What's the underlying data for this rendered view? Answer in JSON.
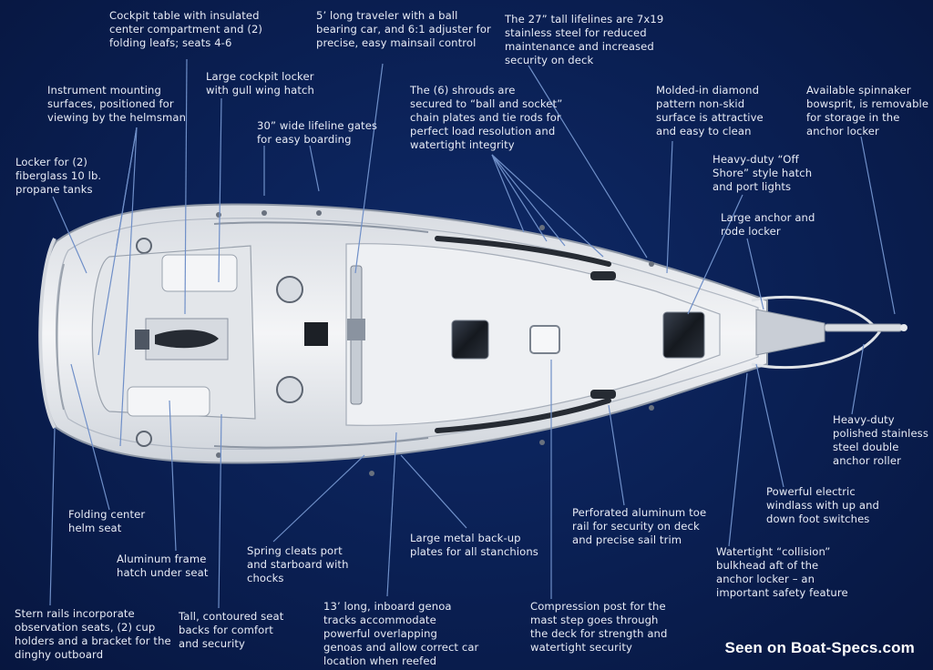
{
  "callouts": {
    "cockpit_table": "Cockpit table with insulated\ncenter compartment and (2)\nfolding leafs; seats 4-6",
    "traveler": "5’ long traveler with a ball\nbearing car, and 6:1 adjuster for\nprecise, easy mainsail control",
    "lifelines": "The 27” tall lifelines are 7x19\nstainless steel for reduced\nmaintenance and increased\nsecurity on deck",
    "cockpit_locker": "Large cockpit locker\nwith gull wing hatch",
    "instrument_mounting": "Instrument mounting\nsurfaces, positioned for\nviewing by the helmsman",
    "shrouds": "The (6) shrouds are\nsecured to “ball and socket”\nchain plates and tie rods for\nperfect load resolution and\nwatertight integrity",
    "non_skid": "Molded-in diamond\npattern non-skid\nsurface is attractive\nand easy to clean",
    "spinnaker": "Available spinnaker\nbowsprit, is removable\nfor storage in the\nanchor locker",
    "lifeline_gates": "30” wide lifeline gates\nfor easy boarding",
    "propane_locker": "Locker for (2)\nfiberglass 10 lb.\npropane tanks",
    "offshore_hatch": "Heavy-duty “Off\nShore” style hatch\nand port lights",
    "anchor_locker": "Large anchor and\nrode locker",
    "anchor_roller": "Heavy-duty\npolished stainless\nsteel double\nanchor roller",
    "windlass": "Powerful electric\nwindlass with up and\ndown foot switches",
    "toe_rail": "Perforated aluminum toe\nrail for security on deck\nand precise sail trim",
    "backup_plates": "Large metal back-up\nplates for all stanchions",
    "helm_seat": "Folding center\nhelm seat",
    "frame_hatch": "Aluminum frame\nhatch under seat",
    "spring_cleats": "Spring cleats port\nand starboard with\nchocks",
    "collision_bulkhead": "Watertight “collision”\nbulkhead aft of the\nanchor locker – an\nimportant safety feature",
    "stern_rails": "Stern rails incorporate\nobservation seats, (2) cup\nholders and a bracket for the\ndinghy outboard",
    "seat_backs": "Tall, contoured seat\nbacks for comfort\nand security",
    "genoa_tracks": "13’ long, inboard genoa\ntracks accommodate\npowerful overlapping\ngenoas and allow correct car\nlocation when reefed",
    "compression_post": "Compression post for the\nmast step goes through\nthe deck for strength and\nwatertight security"
  },
  "watermark": "Seen on Boat-Specs.com",
  "colors": {
    "background": "#0a1f52",
    "leader_line": "#6f8fc8",
    "deck": "#e9ebee",
    "hatch_dark": "#1c2026"
  }
}
